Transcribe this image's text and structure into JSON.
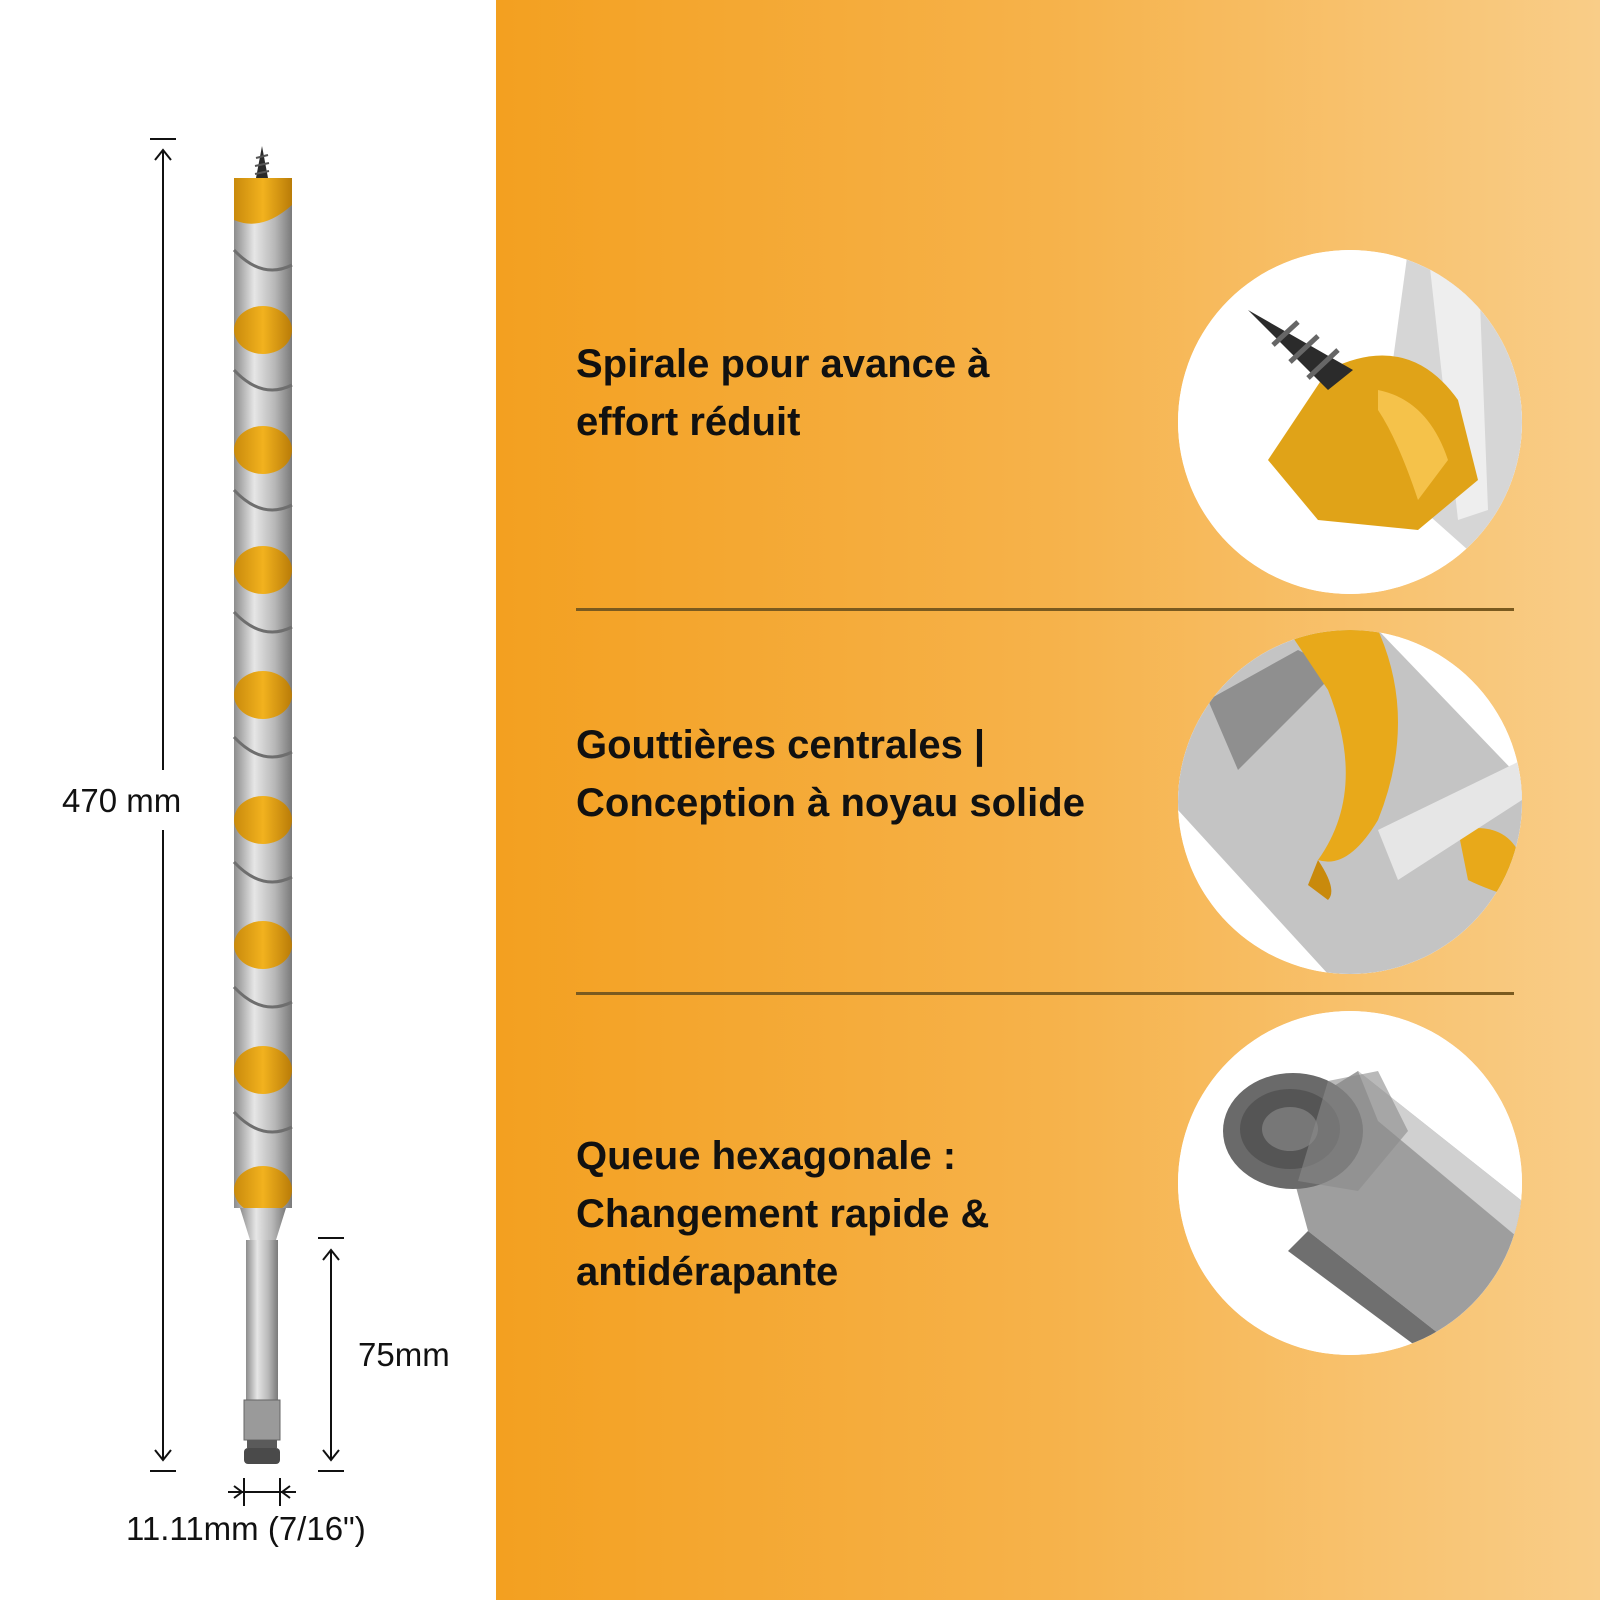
{
  "dimensions": {
    "total_length": "470 mm",
    "shank_length": "75mm",
    "diameter": "11.11mm (7/16\")"
  },
  "features": [
    {
      "lines": [
        "Spirale pour avance à",
        "effort réduit"
      ],
      "icon": "screw-tip-closeup-image"
    },
    {
      "lines": [
        "Gouttières centrales |",
        "Conception à noyau solide"
      ],
      "icon": "flute-core-closeup-image"
    },
    {
      "lines": [
        "Queue hexagonale :",
        "Changement rapide &",
        "antidérapante"
      ],
      "icon": "hex-shank-closeup-image"
    }
  ],
  "colors": {
    "accent_orange": "#f3a020",
    "accent_light": "#f9cd88",
    "flute_yellow": "#e8a91a",
    "steel": "#c9c9c9",
    "divider": "#7a5a1f",
    "text": "#111111"
  }
}
